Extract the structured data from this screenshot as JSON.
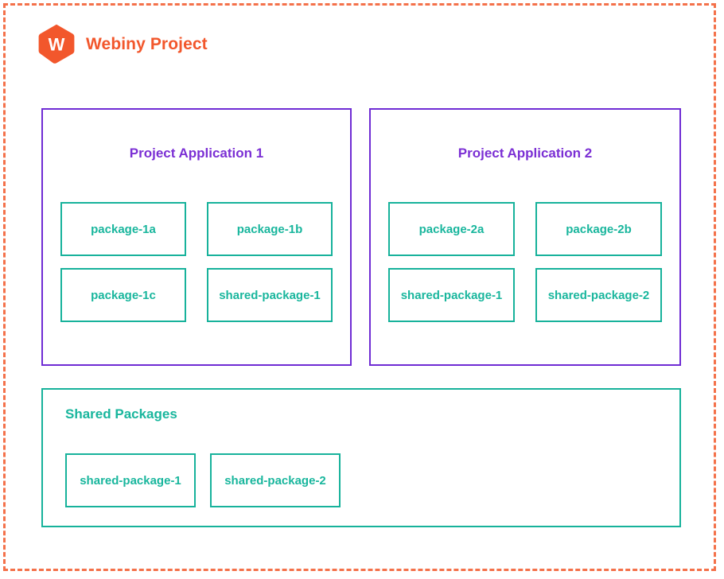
{
  "colors": {
    "frame_dashed": "#F4714A",
    "brand_orange": "#F2572C",
    "app_purple": "#7B2FD4",
    "package_teal": "#19B69D",
    "background": "#FFFFFF"
  },
  "header": {
    "logo_icon": "webiny-hexagon-logo-icon",
    "logo_letter": "W",
    "title": "Webiny Project"
  },
  "applications": [
    {
      "title": "Project Application 1",
      "packages": [
        "package-1a",
        "package-1b",
        "package-1c",
        "shared-package-1"
      ]
    },
    {
      "title": "Project Application 2",
      "packages": [
        "package-2a",
        "package-2b",
        "shared-package-1",
        "shared-package-2"
      ]
    }
  ],
  "shared": {
    "title": "Shared Packages",
    "packages": [
      "shared-package-1",
      "shared-package-2"
    ]
  }
}
